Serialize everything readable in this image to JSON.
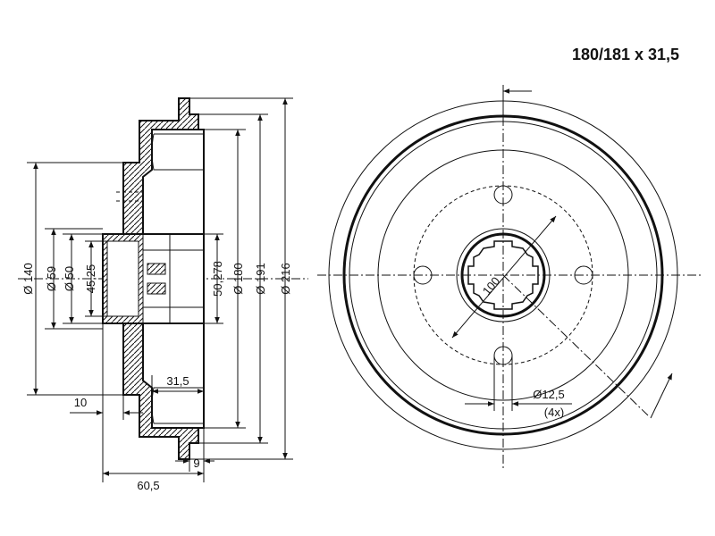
{
  "title": "180/181 x 31,5",
  "section_view": {
    "diam_140": "Ø 140",
    "diam_59": "Ø 59",
    "diam_50": "Ø 50",
    "dim_45_25": "45,25",
    "dim_50_278": "50,278",
    "diam_180": "Ø 180",
    "diam_191": "Ø 191",
    "diam_216": "Ø 216",
    "width_31_5": "31,5",
    "offset_10": "10",
    "width_60_5": "60,5",
    "flange_9": "9"
  },
  "front_view": {
    "pcd_100": "100",
    "hole_diam": "Ø12,5",
    "hole_count": "(4x)"
  }
}
